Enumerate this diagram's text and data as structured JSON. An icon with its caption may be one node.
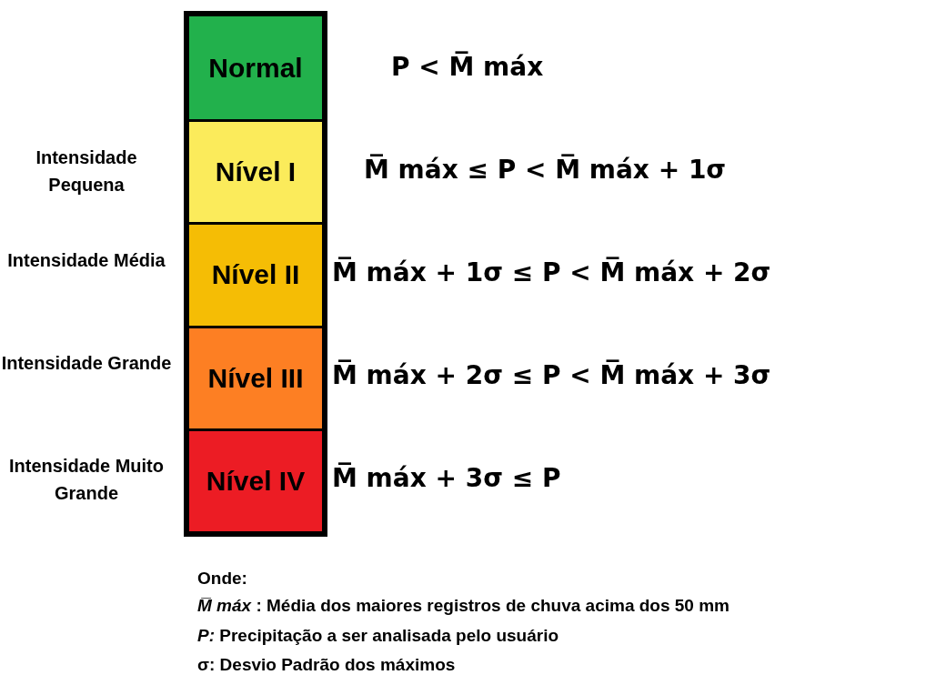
{
  "diagram": {
    "nodes": [
      {
        "text": [
          "Normal"
        ],
        "beside": [
          "P < M̅ máx"
        ]
      },
      {
        "text": [
          "Nível I"
        ],
        "beside": [
          "Intensidade Pequena",
          "M̅ máx ≤ P < M̅ máx + 1σ"
        ]
      },
      {
        "text": [
          "Nível II"
        ],
        "beside": [
          "Intensidade Média",
          "M̅ máx + 1σ ≤ P < M̅ máx + 2σ"
        ]
      },
      {
        "text": [
          "Nível III"
        ],
        "beside": [
          "Intensidade Grande",
          "M̅ máx + 2σ ≤ P < M̅ máx + 3σ"
        ]
      },
      {
        "text": [
          "Nível IV"
        ],
        "beside": [
          "Intensidade Muito Grande",
          "M̅ máx + 3σ ≤ P"
        ]
      }
    ],
    "labels": [
      "Onde:",
      "*M̅ máx* : Média dos maiores registros de chuva acima dos 50 mm",
      "*P:* Precipitação a ser analisada pelo usuário",
      "σ: Desvio Padrão dos máximos"
    ]
  }
}
